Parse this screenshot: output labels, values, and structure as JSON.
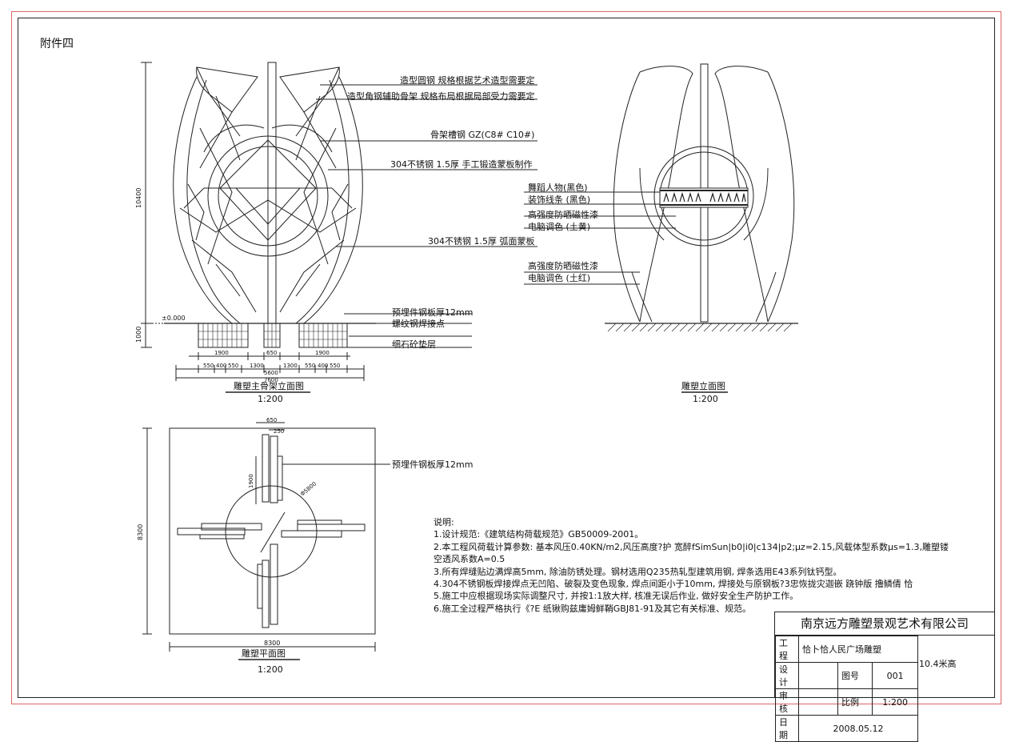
{
  "sheet_label": "附件四",
  "main_elevation": {
    "labels": [
      "造型圆钢 规格根据艺术造型需要定",
      "造型角钢辅助骨架 规格布局根据局部受力需要定",
      "骨架槽钢 GZ(C8# C10#)",
      "304不锈钢 1.5厚 手工锻造蒙板制作",
      "304不锈钢 1.5厚 弧面蒙板",
      "预埋件钢板厚12mm",
      "螺纹钢焊接点",
      "细石砼垫层"
    ],
    "height_dim": "10400",
    "footing_dim": "1000",
    "level": "±0.000",
    "dims_row1": [
      "1900",
      "650",
      "1900"
    ],
    "dims_row2": [
      "550",
      "400",
      "550",
      "1300",
      "1300",
      "550",
      "400",
      "550"
    ],
    "dims_total_inner": "5600",
    "dims_total": "7600",
    "title": "雕塑主骨架立面图",
    "scale": "1:200"
  },
  "effect_elevation": {
    "labels": [
      "舞蹈人物(黑色)",
      "装饰线条 (黑色)",
      "高强度防晒磁性漆",
      "电脑调色 (土黄)",
      "高强度防晒磁性漆",
      "电脑调色 (土红)"
    ],
    "title": "雕塑立面图",
    "scale": "1:200"
  },
  "plan": {
    "dims_top": [
      "650",
      "250"
    ],
    "dim_left": "8300",
    "dim_bottom": "8300",
    "dim_arm": "1900",
    "dim_circle": "Φ5800",
    "label": "预埋件钢板厚12mm",
    "title": "雕塑平面图",
    "scale": "1:200"
  },
  "notes": {
    "heading": "说明:",
    "lines": [
      "1.设计规范:《建筑结构荷载规范》GB50009-2001。",
      "2.本工程风荷载计算参数: 基本风压0.40KN/m2,风压高度?护  宽醉fSimSun|b0|i0|c134|p2;μz=2.15,风载体型系数μs=1.3,雕塑镂",
      "空透风系数A=0.5",
      "3.所有焊缝贴边满焊高5mm, 除油防锈处理。钢材选用Q235热轧型建筑用钢, 焊条选用E43系列钛钙型。",
      "4.304不锈钢板焊接焊点无凹陷、破裂及变色现象, 焊点间距小于10mm, 焊接处与原钢板?3忠恢拢灾迦嵌   跷钟版   撸鳞倩   恰",
      "5.施工中应根据现场实际调整尺寸, 并按1:1放大样, 核准无误后作业, 做好安全生产防护工作。",
      "6.施工全过程严格执行《?E   纸锹购兹庸姆鲜鞘GBJ81-91及其它有关标准、规范。"
    ]
  },
  "title_block": {
    "company": "南京远方雕塑景观艺术有限公司",
    "project_label": "工程",
    "project": "恰卜恰人民广场雕塑",
    "design_label": "设计",
    "drawing_no_label": "图号",
    "drawing_no": "001",
    "review_label": "审核",
    "scale_label": "比例",
    "scale": "1:200",
    "date_label": "日期",
    "date": "2008.05.12",
    "height_note": "10.4米高"
  }
}
